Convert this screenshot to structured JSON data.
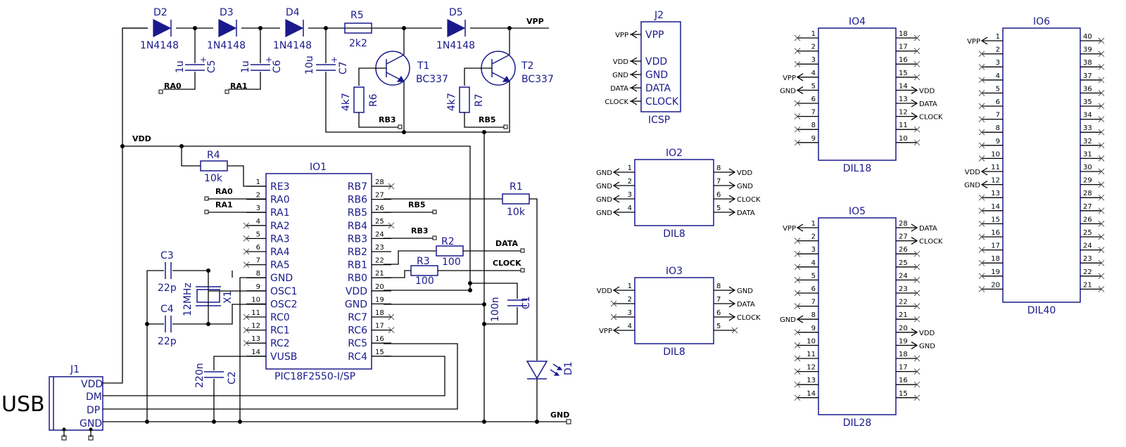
{
  "usb": {
    "label": "USB",
    "ref": "J1",
    "pins": [
      "VDD",
      "DM",
      "DP",
      "GND"
    ]
  },
  "diodes": [
    {
      "ref": "D2",
      "value": "1N4148"
    },
    {
      "ref": "D3",
      "value": "1N4148"
    },
    {
      "ref": "D4",
      "value": "1N4148"
    },
    {
      "ref": "D5",
      "value": "1N4148"
    }
  ],
  "resistors": {
    "r1": {
      "ref": "R1",
      "value": "10k"
    },
    "r2": {
      "ref": "R2",
      "value": "100"
    },
    "r3": {
      "ref": "R3",
      "value": "100"
    },
    "r4": {
      "ref": "R4",
      "value": "10k"
    },
    "r5": {
      "ref": "R5",
      "value": "2k2"
    },
    "r6": {
      "ref": "R6",
      "value": "4k7"
    },
    "r7": {
      "ref": "R7",
      "value": "4k7"
    }
  },
  "capacitors": {
    "c1": {
      "ref": "C1",
      "value": "100n"
    },
    "c2": {
      "ref": "C2",
      "value": "220n"
    },
    "c3": {
      "ref": "C3",
      "value": "22p"
    },
    "c4": {
      "ref": "C4",
      "value": "22p"
    },
    "c5": {
      "ref": "C5",
      "value": "1u"
    },
    "c6": {
      "ref": "C6",
      "value": "1u"
    },
    "c7": {
      "ref": "C7",
      "value": "10u"
    }
  },
  "transistors": [
    {
      "ref": "T1",
      "value": "BC337"
    },
    {
      "ref": "T2",
      "value": "BC337"
    }
  ],
  "crystal": {
    "ref": "X1",
    "value": "12MHz"
  },
  "led": {
    "ref": "D1"
  },
  "nets": {
    "vpp": "VPP",
    "vdd": "VDD",
    "gnd": "GND",
    "ra0": "RA0",
    "ra1": "RA1",
    "rb3": "RB3",
    "rb5": "RB5",
    "data": "DATA",
    "clock": "CLOCK"
  },
  "io1": {
    "ref": "IO1",
    "part": "PIC18F2550-I/SP",
    "left_pins": [
      {
        "num": "1",
        "name": "RE3"
      },
      {
        "num": "2",
        "name": "RA0"
      },
      {
        "num": "3",
        "name": "RA1"
      },
      {
        "num": "4",
        "name": "RA2"
      },
      {
        "num": "5",
        "name": "RA3"
      },
      {
        "num": "6",
        "name": "RA4"
      },
      {
        "num": "7",
        "name": "RA5"
      },
      {
        "num": "8",
        "name": "GND"
      },
      {
        "num": "9",
        "name": "OSC1"
      },
      {
        "num": "10",
        "name": "OSC2"
      },
      {
        "num": "11",
        "name": "RC0"
      },
      {
        "num": "12",
        "name": "RC1"
      },
      {
        "num": "13",
        "name": "RC2"
      },
      {
        "num": "14",
        "name": "VUSB"
      }
    ],
    "right_pins": [
      {
        "num": "28",
        "name": "RB7"
      },
      {
        "num": "27",
        "name": "RB6"
      },
      {
        "num": "26",
        "name": "RB5"
      },
      {
        "num": "25",
        "name": "RB4"
      },
      {
        "num": "24",
        "name": "RB3"
      },
      {
        "num": "23",
        "name": "RB2"
      },
      {
        "num": "22",
        "name": "RB1"
      },
      {
        "num": "21",
        "name": "RB0"
      },
      {
        "num": "20",
        "name": "VDD"
      },
      {
        "num": "19",
        "name": "GND"
      },
      {
        "num": "18",
        "name": "RC7"
      },
      {
        "num": "17",
        "name": "RC6"
      },
      {
        "num": "16",
        "name": "RC5"
      },
      {
        "num": "15",
        "name": "RC4"
      }
    ]
  },
  "j2": {
    "ref": "J2",
    "label": "ICSP",
    "pins": [
      "VPP",
      "VDD",
      "GND",
      "DATA",
      "CLOCK"
    ]
  },
  "io2": {
    "ref": "IO2",
    "label": "DIL8",
    "left": [
      {
        "num": "1",
        "net": "GND"
      },
      {
        "num": "2",
        "net": "GND"
      },
      {
        "num": "3",
        "net": "GND"
      },
      {
        "num": "4",
        "net": "GND"
      }
    ],
    "right": [
      {
        "num": "8",
        "net": "VDD"
      },
      {
        "num": "7",
        "net": "GND"
      },
      {
        "num": "6",
        "net": "CLOCK"
      },
      {
        "num": "5",
        "net": "DATA"
      }
    ]
  },
  "io3": {
    "ref": "IO3",
    "label": "DIL8",
    "left": [
      {
        "num": "1",
        "net": "VDD"
      },
      {
        "num": "2",
        "net": ""
      },
      {
        "num": "3",
        "net": ""
      },
      {
        "num": "4",
        "net": "VPP"
      }
    ],
    "right": [
      {
        "num": "8",
        "net": "GND"
      },
      {
        "num": "7",
        "net": "DATA"
      },
      {
        "num": "6",
        "net": "CLOCK"
      },
      {
        "num": "5",
        "net": ""
      }
    ]
  },
  "io4": {
    "ref": "IO4",
    "label": "DIL18",
    "left": [
      {
        "num": "1",
        "net": ""
      },
      {
        "num": "2",
        "net": ""
      },
      {
        "num": "3",
        "net": ""
      },
      {
        "num": "4",
        "net": "VPP"
      },
      {
        "num": "5",
        "net": "GND"
      },
      {
        "num": "6",
        "net": ""
      },
      {
        "num": "7",
        "net": ""
      },
      {
        "num": "8",
        "net": ""
      },
      {
        "num": "9",
        "net": ""
      }
    ],
    "right": [
      {
        "num": "18",
        "net": ""
      },
      {
        "num": "17",
        "net": ""
      },
      {
        "num": "16",
        "net": ""
      },
      {
        "num": "15",
        "net": ""
      },
      {
        "num": "14",
        "net": "VDD"
      },
      {
        "num": "13",
        "net": "DATA"
      },
      {
        "num": "12",
        "net": "CLOCK"
      },
      {
        "num": "11",
        "net": ""
      },
      {
        "num": "10",
        "net": ""
      }
    ]
  },
  "io5": {
    "ref": "IO5",
    "label": "DIL28",
    "left": [
      {
        "num": "1",
        "net": "VPP"
      },
      {
        "num": "2",
        "net": ""
      },
      {
        "num": "3",
        "net": ""
      },
      {
        "num": "4",
        "net": ""
      },
      {
        "num": "5",
        "net": ""
      },
      {
        "num": "6",
        "net": ""
      },
      {
        "num": "7",
        "net": ""
      },
      {
        "num": "8",
        "net": "GND"
      },
      {
        "num": "9",
        "net": ""
      },
      {
        "num": "10",
        "net": ""
      },
      {
        "num": "11",
        "net": ""
      },
      {
        "num": "12",
        "net": ""
      },
      {
        "num": "13",
        "net": ""
      },
      {
        "num": "14",
        "net": ""
      }
    ],
    "right": [
      {
        "num": "28",
        "net": "DATA"
      },
      {
        "num": "27",
        "net": "CLOCK"
      },
      {
        "num": "26",
        "net": ""
      },
      {
        "num": "25",
        "net": ""
      },
      {
        "num": "24",
        "net": ""
      },
      {
        "num": "23",
        "net": ""
      },
      {
        "num": "22",
        "net": ""
      },
      {
        "num": "21",
        "net": ""
      },
      {
        "num": "20",
        "net": "VDD"
      },
      {
        "num": "19",
        "net": "GND"
      },
      {
        "num": "18",
        "net": ""
      },
      {
        "num": "17",
        "net": ""
      },
      {
        "num": "16",
        "net": ""
      },
      {
        "num": "15",
        "net": ""
      }
    ]
  },
  "io6": {
    "ref": "IO6",
    "label": "DIL40",
    "left": [
      {
        "num": "1",
        "net": "VPP"
      },
      {
        "num": "2",
        "net": ""
      },
      {
        "num": "3",
        "net": ""
      },
      {
        "num": "4",
        "net": ""
      },
      {
        "num": "5",
        "net": ""
      },
      {
        "num": "6",
        "net": ""
      },
      {
        "num": "7",
        "net": ""
      },
      {
        "num": "8",
        "net": ""
      },
      {
        "num": "9",
        "net": ""
      },
      {
        "num": "10",
        "net": ""
      },
      {
        "num": "11",
        "net": "VDD"
      },
      {
        "num": "12",
        "net": "GND"
      },
      {
        "num": "13",
        "net": ""
      },
      {
        "num": "14",
        "net": ""
      },
      {
        "num": "15",
        "net": ""
      },
      {
        "num": "16",
        "net": ""
      },
      {
        "num": "17",
        "net": ""
      },
      {
        "num": "18",
        "net": ""
      },
      {
        "num": "19",
        "net": ""
      },
      {
        "num": "20",
        "net": ""
      }
    ],
    "right": [
      {
        "num": "40",
        "net": ""
      },
      {
        "num": "39",
        "net": ""
      },
      {
        "num": "38",
        "net": ""
      },
      {
        "num": "37",
        "net": ""
      },
      {
        "num": "36",
        "net": ""
      },
      {
        "num": "35",
        "net": ""
      },
      {
        "num": "34",
        "net": ""
      },
      {
        "num": "33",
        "net": ""
      },
      {
        "num": "32",
        "net": ""
      },
      {
        "num": "31",
        "net": ""
      },
      {
        "num": "30",
        "net": ""
      },
      {
        "num": "29",
        "net": ""
      },
      {
        "num": "28",
        "net": ""
      },
      {
        "num": "27",
        "net": ""
      },
      {
        "num": "26",
        "net": ""
      },
      {
        "num": "25",
        "net": ""
      },
      {
        "num": "24",
        "net": ""
      },
      {
        "num": "23",
        "net": ""
      },
      {
        "num": "22",
        "net": ""
      },
      {
        "num": "21",
        "net": ""
      }
    ]
  }
}
